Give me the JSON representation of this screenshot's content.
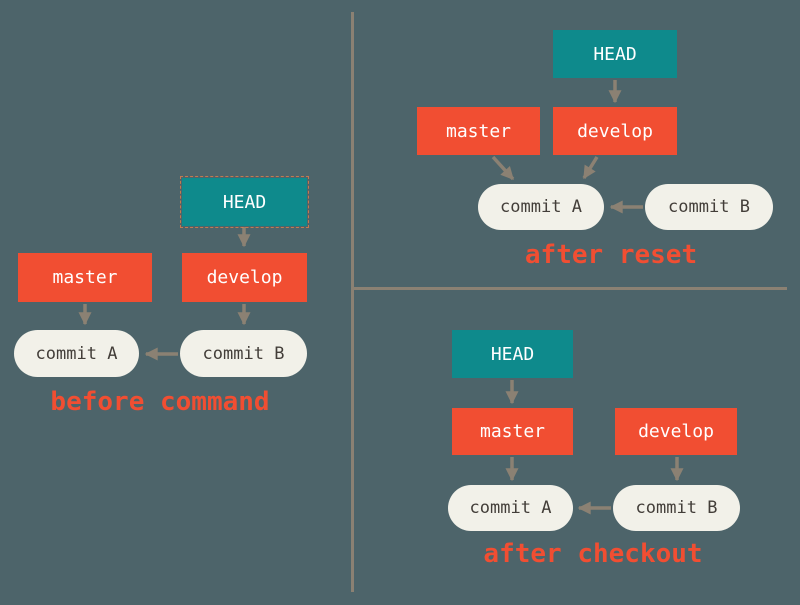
{
  "colors": {
    "background": "#4d646a",
    "branch_box": "#f14e32",
    "head_box": "#0e8a8c",
    "commit_pill": "#f2f1e9",
    "commit_text": "#433e39",
    "arrow": "#8b8173",
    "divider": "#8b8173",
    "caption_text": "#f14e32"
  },
  "panels": {
    "before_command": {
      "caption": "before command",
      "nodes": {
        "head": "HEAD",
        "master": "master",
        "develop": "develop",
        "commit_a": "commit A",
        "commit_b": "commit B"
      },
      "edges": [
        {
          "from": "HEAD",
          "to": "develop"
        },
        {
          "from": "master",
          "to": "commit A"
        },
        {
          "from": "develop",
          "to": "commit B"
        },
        {
          "from": "commit B",
          "to": "commit A"
        }
      ]
    },
    "after_reset": {
      "caption": "after reset",
      "nodes": {
        "head": "HEAD",
        "master": "master",
        "develop": "develop",
        "commit_a": "commit A",
        "commit_b": "commit B"
      },
      "edges": [
        {
          "from": "HEAD",
          "to": "develop"
        },
        {
          "from": "master",
          "to": "commit A"
        },
        {
          "from": "develop",
          "to": "commit A"
        },
        {
          "from": "commit B",
          "to": "commit A"
        }
      ]
    },
    "after_checkout": {
      "caption": "after checkout",
      "nodes": {
        "head": "HEAD",
        "master": "master",
        "develop": "develop",
        "commit_a": "commit A",
        "commit_b": "commit B"
      },
      "edges": [
        {
          "from": "HEAD",
          "to": "master"
        },
        {
          "from": "master",
          "to": "commit A"
        },
        {
          "from": "develop",
          "to": "commit B"
        },
        {
          "from": "commit B",
          "to": "commit A"
        }
      ]
    }
  }
}
